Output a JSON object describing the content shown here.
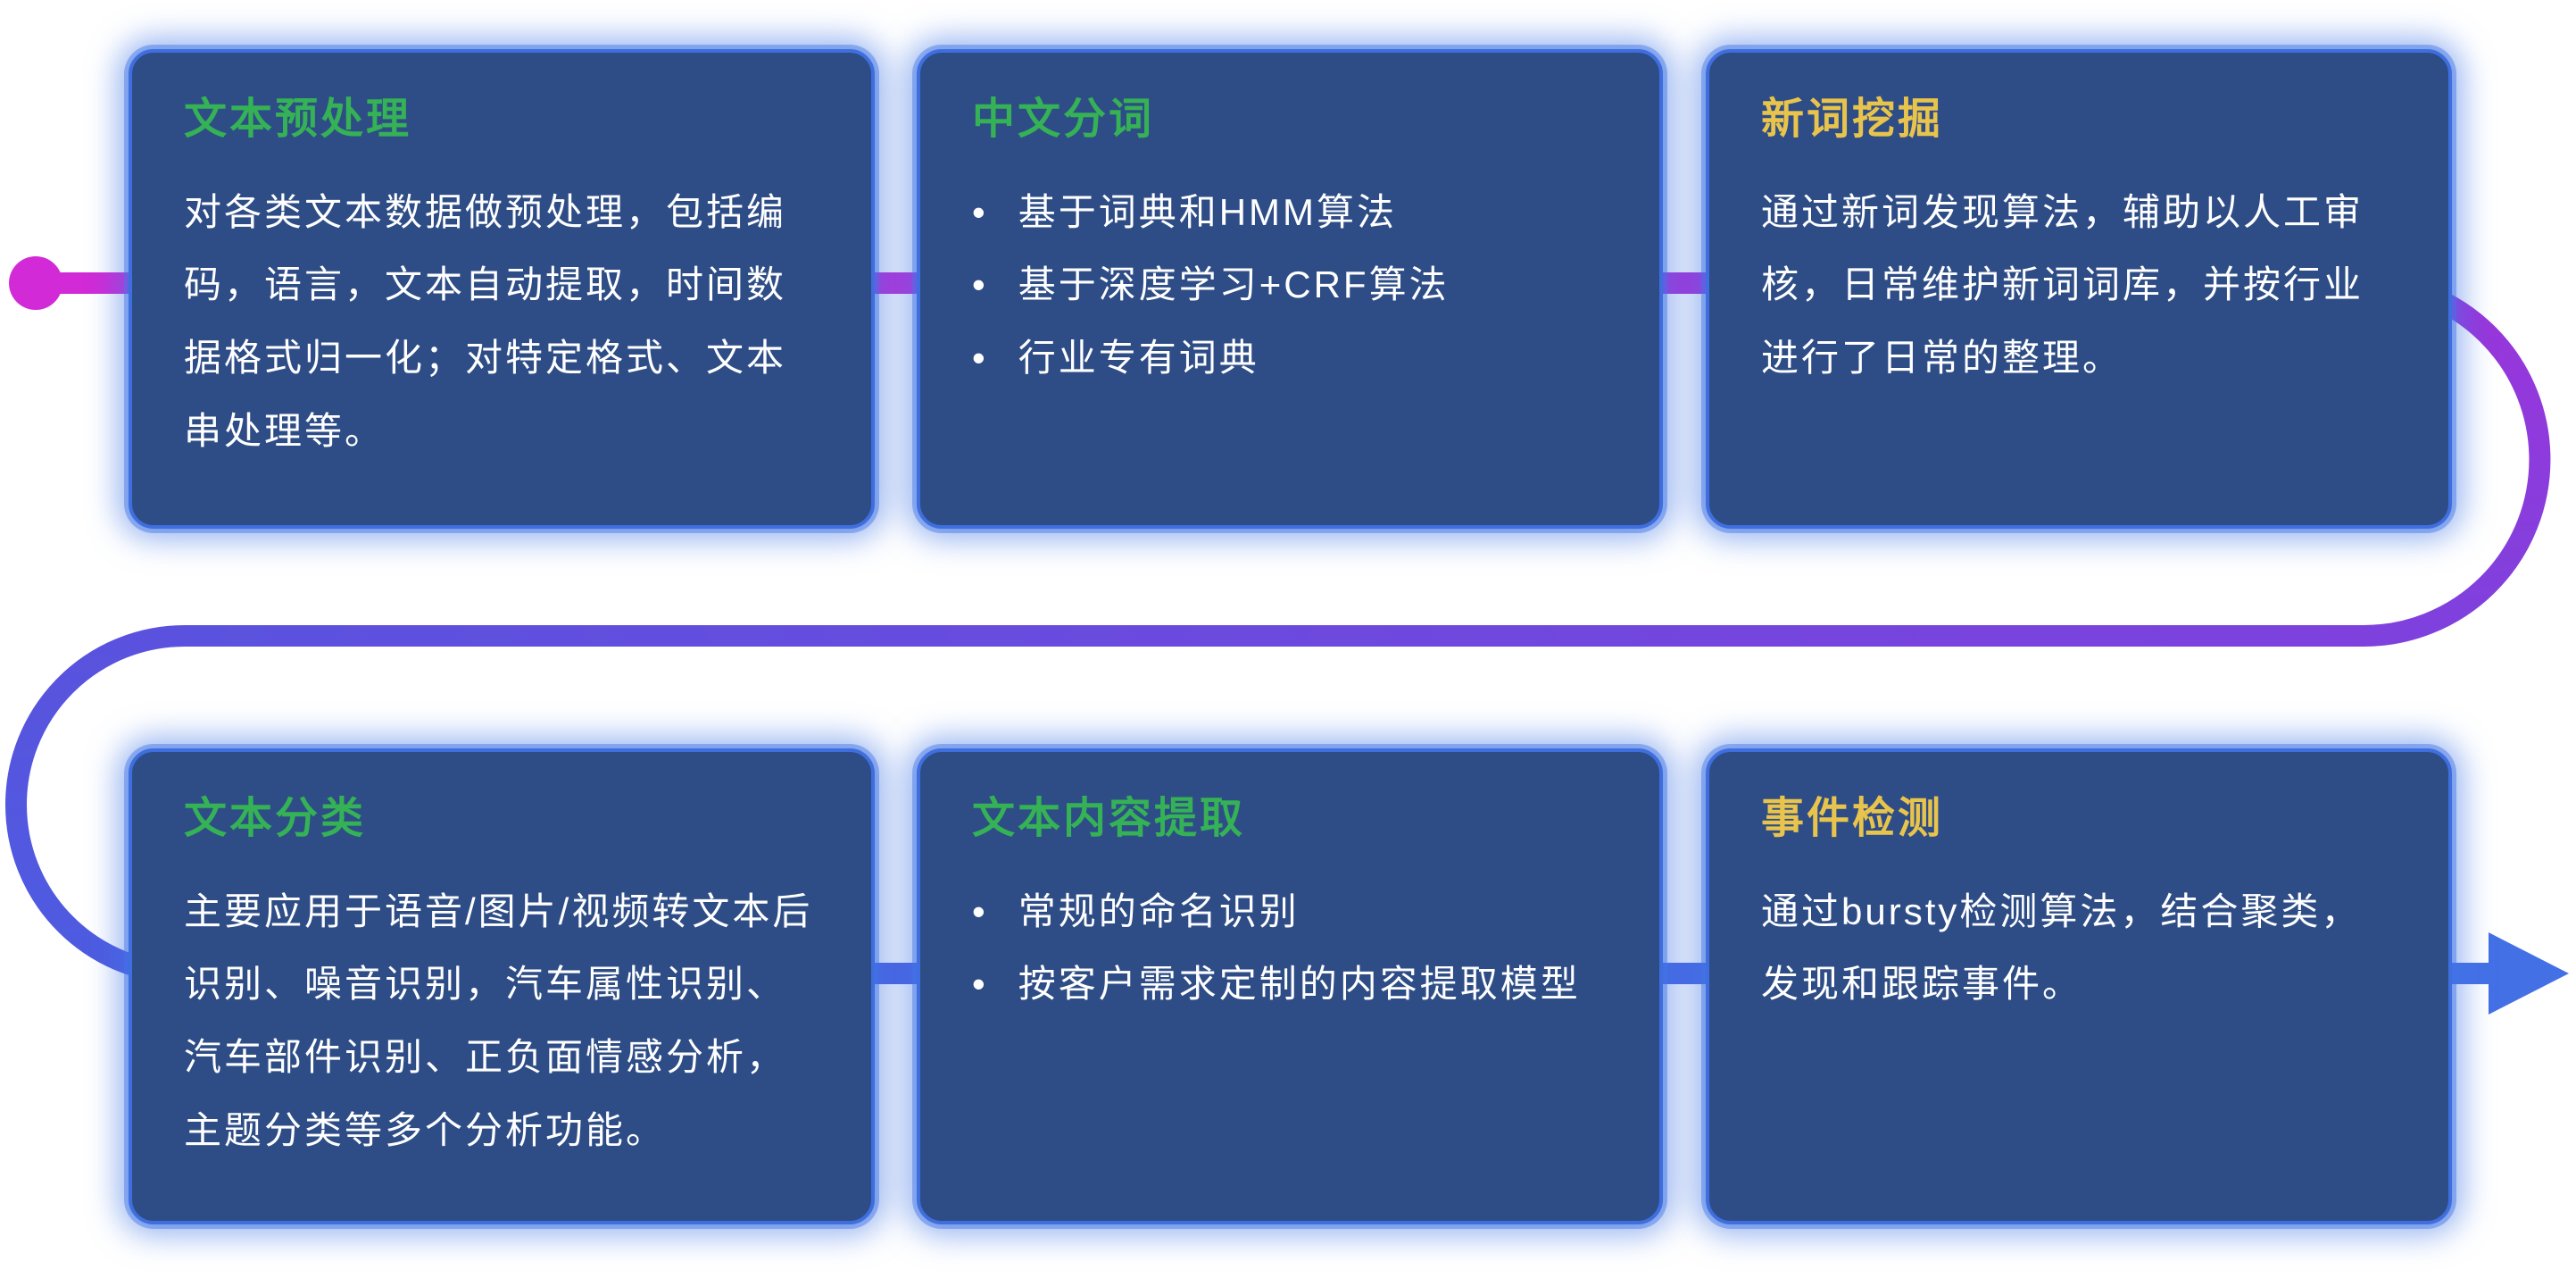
{
  "flow": {
    "colors": {
      "start": "#d22ad6",
      "purple": "#9b35db",
      "mid_right": "#7e41dd",
      "mid_left": "#5a52de",
      "row2_left": "#4d5ce0",
      "end": "#4470e6"
    }
  },
  "cards": [
    {
      "title": "文本预处理",
      "accent": "#35b156",
      "body": "对各类文本数据做预处理，包括编码，语言，文本自动提取，时间数据格式归一化；对特定格式、文本串处理等。"
    },
    {
      "title": "中文分词",
      "accent": "#35b156",
      "bullets": [
        "基于词典和HMM算法",
        "基于深度学习+CRF算法",
        "行业专有词典"
      ]
    },
    {
      "title": "新词挖掘",
      "accent": "#e9c44c",
      "body": "通过新词发现算法，辅助以人工审核，日常维护新词词库，并按行业进行了日常的整理。"
    },
    {
      "title": "文本分类",
      "accent": "#35b156",
      "body": "主要应用于语音/图片/视频转文本后识别、噪音识别，汽车属性识别、汽车部件识别、正负面情感分析，主题分类等多个分析功能。"
    },
    {
      "title": "文本内容提取",
      "accent": "#35b156",
      "bullets": [
        "常规的命名识别",
        "按客户需求定制的内容提取模型"
      ]
    },
    {
      "title": "事件检测",
      "accent": "#e9c44c",
      "body": "通过bursty检测算法，结合聚类，发现和跟踪事件。"
    }
  ]
}
